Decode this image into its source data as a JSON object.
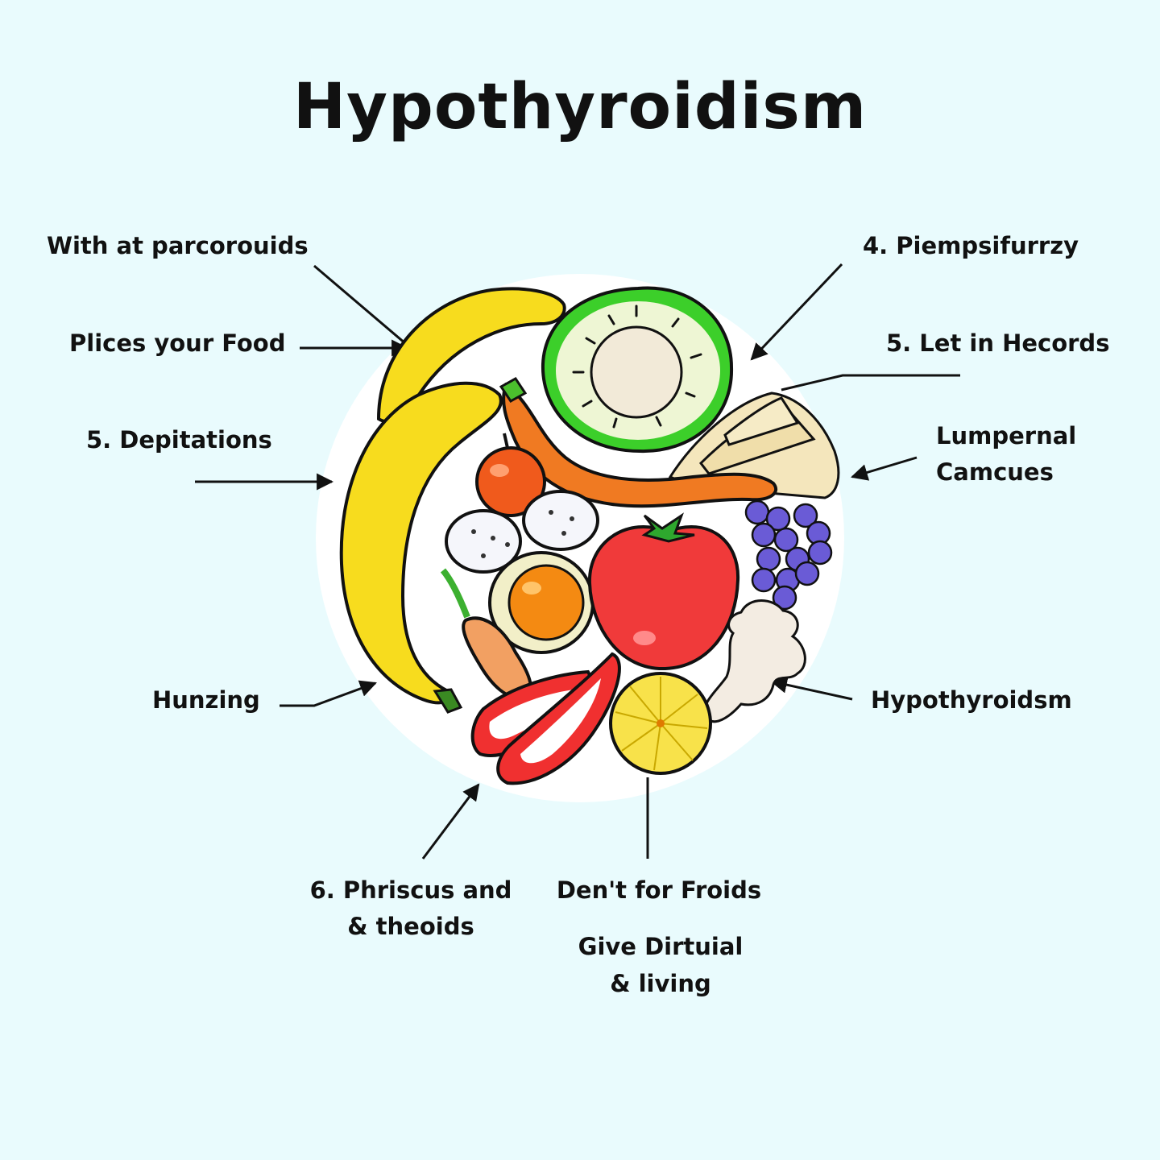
{
  "title": "Hypothyroidism",
  "labels": {
    "top_left": "With at parcorouids",
    "mid_left": "Plices your Food",
    "lower_left": "5. Depitations",
    "bottom_left": "Hunzing",
    "top_right": "4. Piempsifurrzy",
    "mid_right": "5. Let in Hecords",
    "lower_right_1": "Lumpernal",
    "lower_right_2": "Camcues",
    "bottom_right": "Hypothyroidsm",
    "bottom_a_1": "6. Phriscus and",
    "bottom_a_2": "& theoids",
    "bottom_b": "Den't for Froids",
    "bottom_c_1": "Give Dirtuial",
    "bottom_c_2": "& living"
  },
  "colors": {
    "background": "#e9fbfd",
    "plate": "#ffffff",
    "banana": "#f7dc1e",
    "cucumber": "#3ccf2a",
    "carrot": "#f07a22",
    "tomato": "#f03a3a",
    "grapes": "#6a5bd6",
    "lemon": "#f8e24a"
  }
}
